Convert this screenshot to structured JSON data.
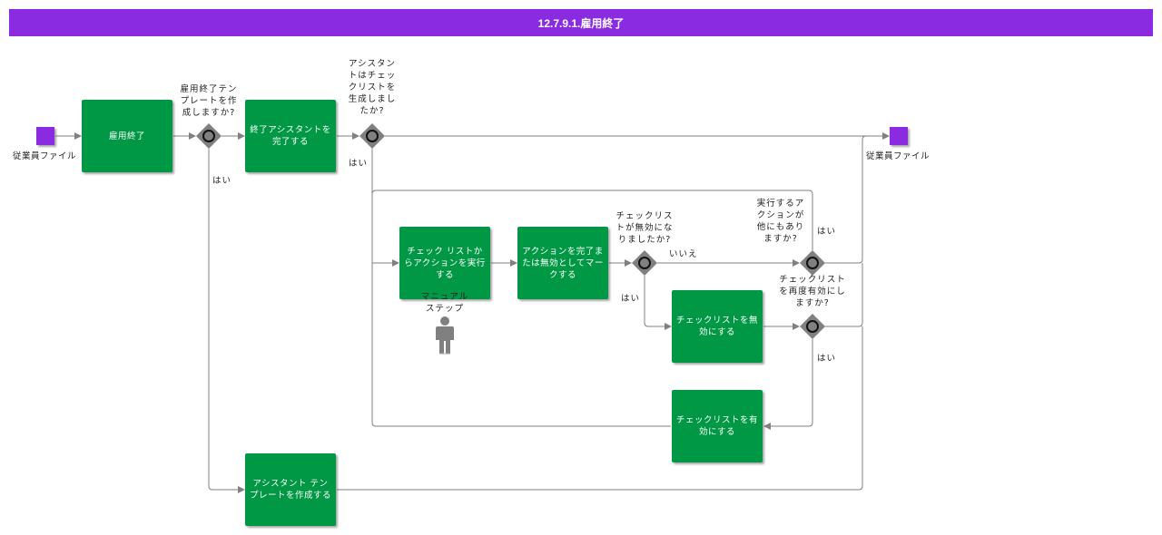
{
  "header": {
    "title": "12.7.9.1.雇用終了"
  },
  "start": {
    "label": "従業員ファイル",
    "color": "#8a2be2"
  },
  "end": {
    "label": "従業員ファイル",
    "color": "#8a2be2"
  },
  "tasks": {
    "t1": "雇用終了",
    "t2": "終了アシスタントを完了する",
    "t3": "チェック リストからアクションを実行する",
    "t4": "アクションを完了または無効としてマークする",
    "t5": "チェックリストを無効にする",
    "t6": "チェックリストを有効にする",
    "t7": "アシスタント テンプレートを作成する"
  },
  "gateways": {
    "g1": [
      "雇用終了テン",
      "プレートを作",
      "成しますか?"
    ],
    "g2": [
      "アシスタン",
      "トはチェッ",
      "クリストを",
      "生成しまし",
      "たか?"
    ],
    "g3": [
      "チェックリス",
      "トが無効にな",
      "りましたか?"
    ],
    "g4": [
      "実行するア",
      "クションが",
      "他にもあり",
      "ますか?"
    ],
    "g5": [
      "チェックリスト",
      "を再度有効にし",
      "ますか?"
    ]
  },
  "flow_labels": {
    "g1_yes": "はい",
    "g2_yes": "はい",
    "g3_no": "いいえ",
    "g3_yes": "はい",
    "g4_yes": "はい",
    "g5_yes": "はい"
  },
  "actor": {
    "label1": "マニュアル",
    "label2": "ステップ",
    "icon": "person-icon"
  },
  "colors": {
    "task": "#009845",
    "terminal": "#8a2be2",
    "gateway": "#808080",
    "line": "#808080"
  }
}
